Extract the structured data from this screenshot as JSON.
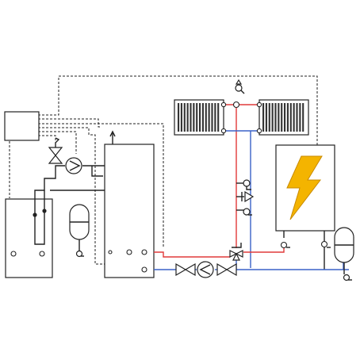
{
  "colors": {
    "supply": "#e03a3a",
    "return": "#3a62c8",
    "line": "#222222",
    "bolt": "#f4b400"
  },
  "icons": [
    "control-unit",
    "solid-fuel-boiler",
    "storage-tank",
    "radiator-left",
    "radiator-right",
    "electric-boiler",
    "lightning-bolt-icon",
    "expansion-vessel",
    "circulation-pump",
    "three-way-mixing-valve",
    "ball-valve",
    "safety-valve",
    "pressure-gauge",
    "air-vent"
  ]
}
